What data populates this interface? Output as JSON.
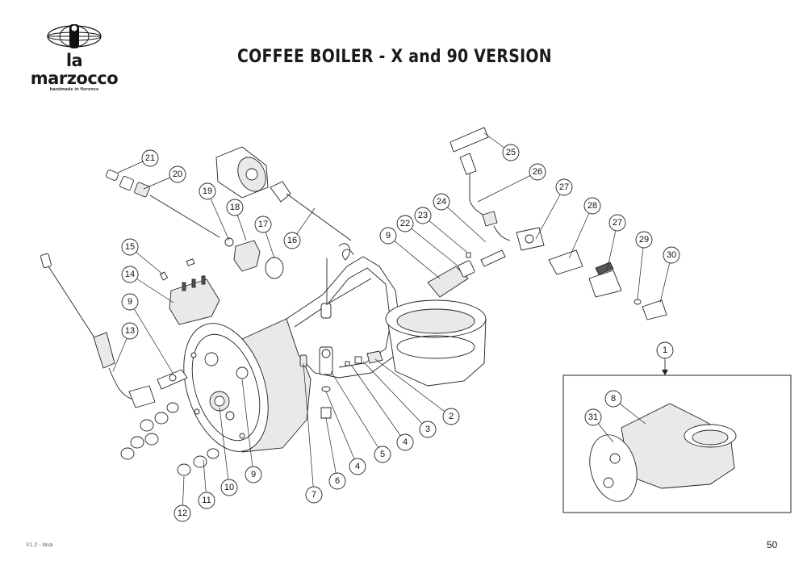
{
  "brand": {
    "name": "la marzocco",
    "tagline": "handmade in florence"
  },
  "page": {
    "title": "COFFEE BOILER - X and 90 VERSION",
    "version": "V1.2 - lava",
    "number": "50"
  },
  "callouts": [
    "1",
    "2",
    "4",
    "3",
    "5",
    "4",
    "6",
    "7",
    "8",
    "9",
    "9",
    "9",
    "10",
    "11",
    "12",
    "13",
    "14",
    "15",
    "16",
    "17",
    "18",
    "19",
    "20",
    "21",
    "22",
    "23",
    "24",
    "25",
    "26",
    "27",
    "27",
    "28",
    "29",
    "30",
    "31"
  ],
  "colors": {
    "line": "#222222",
    "background": "#ffffff"
  }
}
